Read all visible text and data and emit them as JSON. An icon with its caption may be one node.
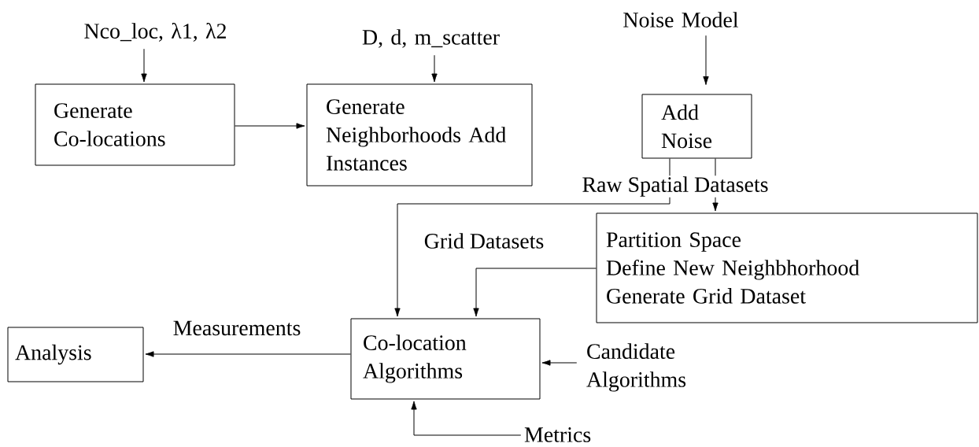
{
  "diagram": {
    "nodes": [
      {
        "text": [
          "Nco_loc,   λ1, λ2"
        ]
      },
      {
        "text": [
          "D, d, m_scatter"
        ]
      },
      {
        "text": [
          "Noise Model"
        ]
      },
      {
        "text": [
          "Generate Co-locations"
        ]
      },
      {
        "text": [
          "Generate Neighborhoods Add Instances"
        ]
      },
      {
        "text": [
          "Add Noise"
        ]
      },
      {
        "text": [
          "Partition Space",
          "Define New Neighbhorhood",
          "Generate Grid Dataset"
        ]
      },
      {
        "text": [
          "Co-location Algorithms"
        ]
      },
      {
        "text": [
          "Analysis"
        ]
      },
      {
        "text": [
          "Candidate Algorithms"
        ]
      },
      {
        "text": [
          "Metrics"
        ]
      }
    ],
    "edges": [
      {
        "from": 0,
        "to": 3,
        "arrow": "to"
      },
      {
        "from": 1,
        "to": 4,
        "arrow": "to"
      },
      {
        "from": 3,
        "to": 4,
        "arrow": "to"
      },
      {
        "from": 2,
        "to": 5,
        "arrow": "to"
      },
      {
        "from": 5,
        "to": 6,
        "arrow": "to",
        "label": "Raw Spatial Datasets"
      },
      {
        "from": 5,
        "to": 7,
        "arrow": "to",
        "label": "Grid Datasets"
      },
      {
        "from": 6,
        "to": 7,
        "arrow": "to"
      },
      {
        "from": 7,
        "to": 8,
        "arrow": "to",
        "label": "Measurements"
      },
      {
        "from": 9,
        "to": 7,
        "arrow": "to"
      },
      {
        "from": 10,
        "to": 7,
        "arrow": "to"
      }
    ]
  }
}
